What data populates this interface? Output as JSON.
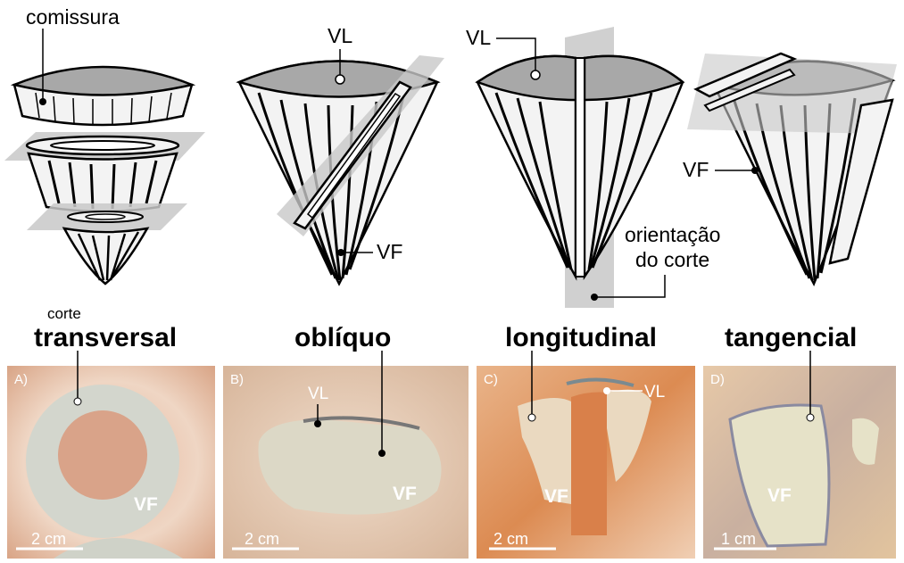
{
  "labels": {
    "comissura": "comissura",
    "vl": "VL",
    "vf": "VF",
    "orientacao_line1": "orientação",
    "orientacao_line2": "do corte",
    "corte": "corte"
  },
  "sections": [
    {
      "title": "transversal",
      "letter": "A)",
      "scale": "2 cm"
    },
    {
      "title": "oblíquo",
      "letter": "B)",
      "scale": "2 cm"
    },
    {
      "title": "longitudinal",
      "letter": "C)",
      "scale": "2 cm"
    },
    {
      "title": "tangencial",
      "letter": "D)",
      "scale": "1 cm"
    }
  ],
  "colors": {
    "top_surface": "#a8a8a8",
    "body_fill": "#f3f3f3",
    "plane": "#c8c8c8",
    "outline": "#000000",
    "rock_base": "#e8c9b3",
    "fossil_pale": "#dcd8c6"
  }
}
